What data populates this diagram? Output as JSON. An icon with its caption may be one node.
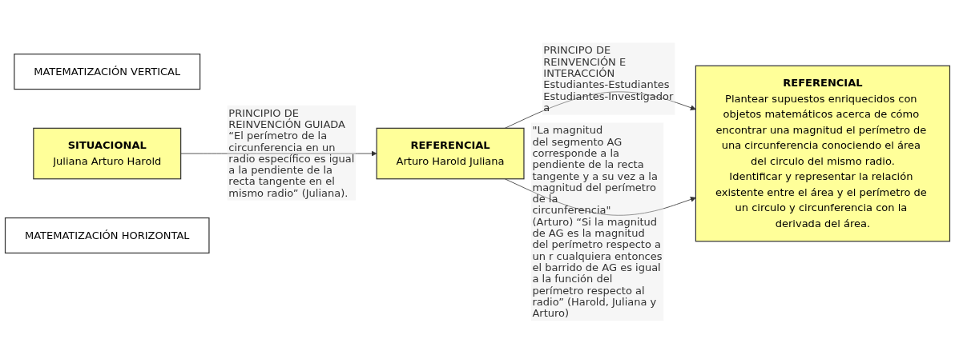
{
  "diagram": {
    "nodes": [
      {
        "text": [
          "MATEMATIZACIÓN VERTICAL"
        ]
      },
      {
        "text": [
          "SITUACIONAL",
          "Juliana Arturo Harold"
        ]
      },
      {
        "text": [
          "REFERENCIAL",
          "Arturo Harold Juliana"
        ]
      },
      {
        "text": [
          "REFERENCIAL",
          "Plantear supuestos enriquecidos con objetos matemáticos acerca de cómo encontrar una magnitud el perímetro de una circunferencia conociendo el área del circulo del mismo radio.",
          "Identificar y representar la relación existente entre el área y el perímetro de un circulo y circunferencia con la derivada del área."
        ]
      },
      {
        "text": [
          "MATEMATIZACIÓN HORIZONTAL"
        ]
      }
    ],
    "edges": [
      {
        "from": 1,
        "to": 2,
        "arrow": "to",
        "label": "PRINCIPIO DE REINVENCIÓN GUIADA “El perímetro de la circunferencia en un radio específico es igual a la pendiente de la recta tangente en el mismo radio” (Juliana)."
      },
      {
        "from": 2,
        "to": 3,
        "arrow": "to",
        "label": "PRINCIPO DE REINVENCIÓN E INTERACCIÓN Estudiantes-Estudiantes Estudiantes-Investigadora"
      },
      {
        "from": 2,
        "to": 3,
        "arrow": "to",
        "label": "\"La magnitud del segmento AG corresponde a la pendiente de la recta tangente y a su vez a la magnitud del perímetro de la circunferencia\" (Arturo) “Si la magnitud de AG es la magnitud del perímetro respecto a un r cualquiera entonces el barrido de AG es igual a la función del perímetro respecto al radio” (Harold, Juliana y Arturo)"
      }
    ]
  }
}
